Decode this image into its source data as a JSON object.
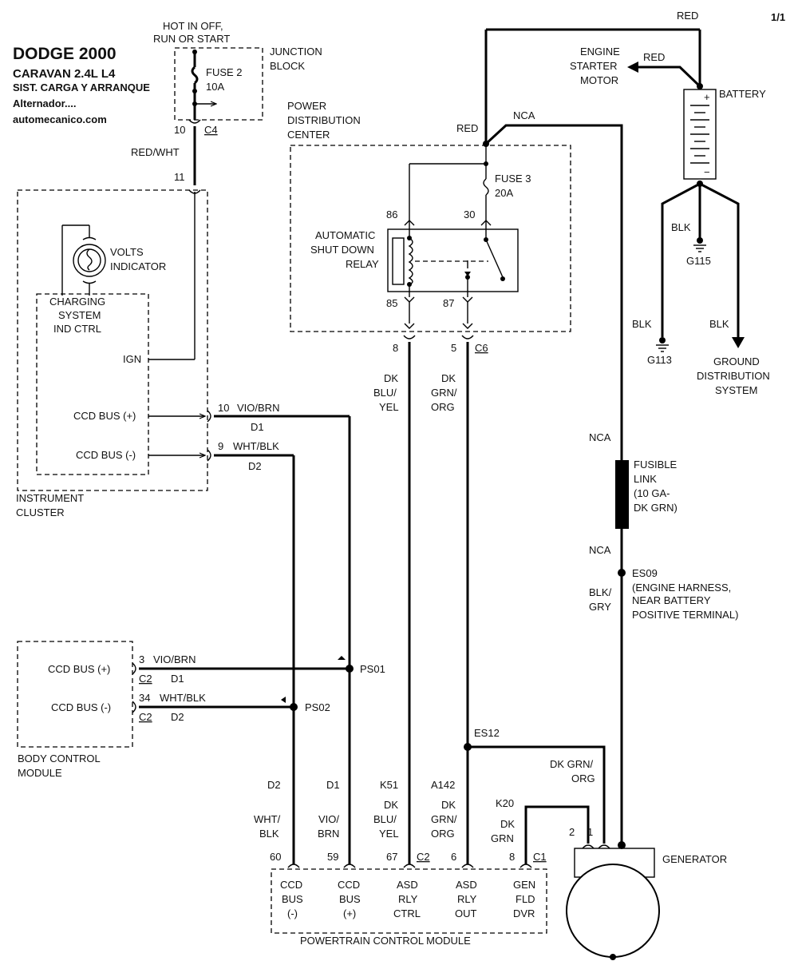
{
  "header": {
    "make": "DODGE 2000",
    "model": "CARAVAN  2.4L  L4",
    "system": "SIST. CARGA Y ARRANQUE",
    "subject": "Alternador....",
    "website": "automecanico.com",
    "page": "1/1"
  },
  "junction_block": {
    "power_note": [
      "HOT IN OFF,",
      "RUN OR START"
    ],
    "name": [
      "JUNCTION",
      "BLOCK"
    ],
    "fuse_name": "FUSE 2",
    "fuse_rating": "10A",
    "pin": "10",
    "connector": "C4"
  },
  "pdc": {
    "name": [
      "POWER",
      "DISTRIBUTION",
      "CENTER"
    ],
    "fuse_name": "FUSE 3",
    "fuse_rating": "20A",
    "relay_name": [
      "AUTOMATIC",
      "SHUT DOWN",
      "RELAY"
    ],
    "pin_86": "86",
    "pin_30": "30",
    "pin_85": "85",
    "pin_87": "87",
    "out_pin_asd_ctrl": "8",
    "out_pin_asd_out": "5",
    "connector": "C6"
  },
  "battery": {
    "name": "BATTERY",
    "pos": "+",
    "neg": "−",
    "wire_top": "RED",
    "wire_pdc": "RED",
    "wire_nca": "NCA"
  },
  "starter": {
    "name": [
      "ENGINE",
      "STARTER",
      "MOTOR"
    ],
    "wire": "RED"
  },
  "grounds": {
    "g115_wire": "BLK",
    "g115": "G115",
    "g113_wire": "BLK",
    "g113": "G113",
    "gds_wire": "BLK",
    "gds_name": [
      "GROUND",
      "DISTRIBUTION",
      "SYSTEM"
    ]
  },
  "instrument_cluster": {
    "name": [
      "INSTRUMENT",
      "CLUSTER"
    ],
    "feed_wire": "RED/WHT",
    "feed_pin": "11",
    "volts_indicator": [
      "VOLTS",
      "INDICATOR"
    ],
    "ctrl": [
      "CHARGING",
      "SYSTEM",
      "IND CTRL"
    ],
    "ign": "IGN",
    "ccd_pos": "CCD BUS (+)",
    "ccd_neg": "CCD BUS (-)",
    "pos_pin": "10",
    "pos_wire": "VIO/BRN",
    "pos_circuit": "D1",
    "neg_pin": "9",
    "neg_wire": "WHT/BLK",
    "neg_circuit": "D2"
  },
  "body_control_module": {
    "name": [
      "BODY CONTROL",
      "MODULE"
    ],
    "ccd_pos": "CCD BUS (+)",
    "ccd_neg": "CCD BUS (-)",
    "pos_pin": "3",
    "pos_wire": "VIO/BRN",
    "pos_connector": "C2",
    "pos_circuit": "D1",
    "neg_pin": "34",
    "neg_wire": "WHT/BLK",
    "neg_connector": "C2",
    "neg_circuit": "D2",
    "splice_pos": "PS01",
    "splice_neg": "PS02"
  },
  "fusible_link": {
    "wire_top": "NCA",
    "name": [
      "FUSIBLE",
      "LINK",
      "(10 GA-",
      "DK GRN)"
    ],
    "wire_bottom": "NCA",
    "splice": "ES09",
    "splice_desc": [
      "(ENGINE HARNESS,",
      "NEAR BATTERY",
      "POSITIVE TERMINAL)"
    ],
    "wire_gen": [
      "BLK/",
      "GRY"
    ]
  },
  "es12": {
    "splice": "ES12",
    "wire": [
      "DK GRN/",
      "ORG"
    ]
  },
  "wires_mid": {
    "asd_ctrl": [
      "DK",
      "BLU/",
      "YEL"
    ],
    "asd_out": [
      "DK",
      "GRN/",
      "ORG"
    ]
  },
  "pcm": {
    "name": "POWERTRAIN CONTROL MODULE",
    "columns": [
      {
        "circuit": "D2",
        "color": [
          "WHT/",
          "BLK"
        ],
        "pin": "60",
        "label": [
          "CCD",
          "BUS",
          "(-)"
        ]
      },
      {
        "circuit": "D1",
        "color": [
          "VIO/",
          "BRN"
        ],
        "pin": "59",
        "label": [
          "CCD",
          "BUS",
          "(+)"
        ]
      },
      {
        "circuit": "K51",
        "color": [
          "DK",
          "BLU/",
          "YEL"
        ],
        "pin": "67",
        "label": [
          "ASD",
          "RLY",
          "CTRL"
        ]
      },
      {
        "circuit": "A142",
        "color": [
          "DK",
          "GRN/",
          "ORG"
        ],
        "pin": "6",
        "label": [
          "ASD",
          "RLY",
          "OUT"
        ]
      },
      {
        "circuit": "K20",
        "color": [
          "DK",
          "GRN"
        ],
        "pin": "8",
        "label": [
          "GEN",
          "FLD",
          "DVR"
        ]
      }
    ],
    "connector_c2": "C2",
    "connector_c1": "C1"
  },
  "generator": {
    "name": "GENERATOR",
    "pin2": "2",
    "pin1": "1"
  }
}
